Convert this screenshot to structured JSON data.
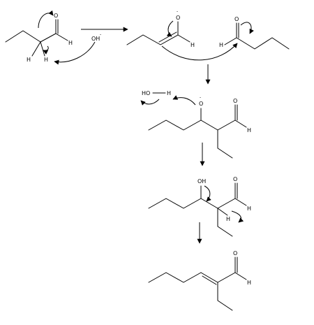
{
  "labels": {
    "O": "O",
    "H": "H",
    "OH": "OH",
    "HO": "HO",
    "minus": "-",
    "hydroxide": "OH",
    "hydroxide_charge": "-"
  }
}
